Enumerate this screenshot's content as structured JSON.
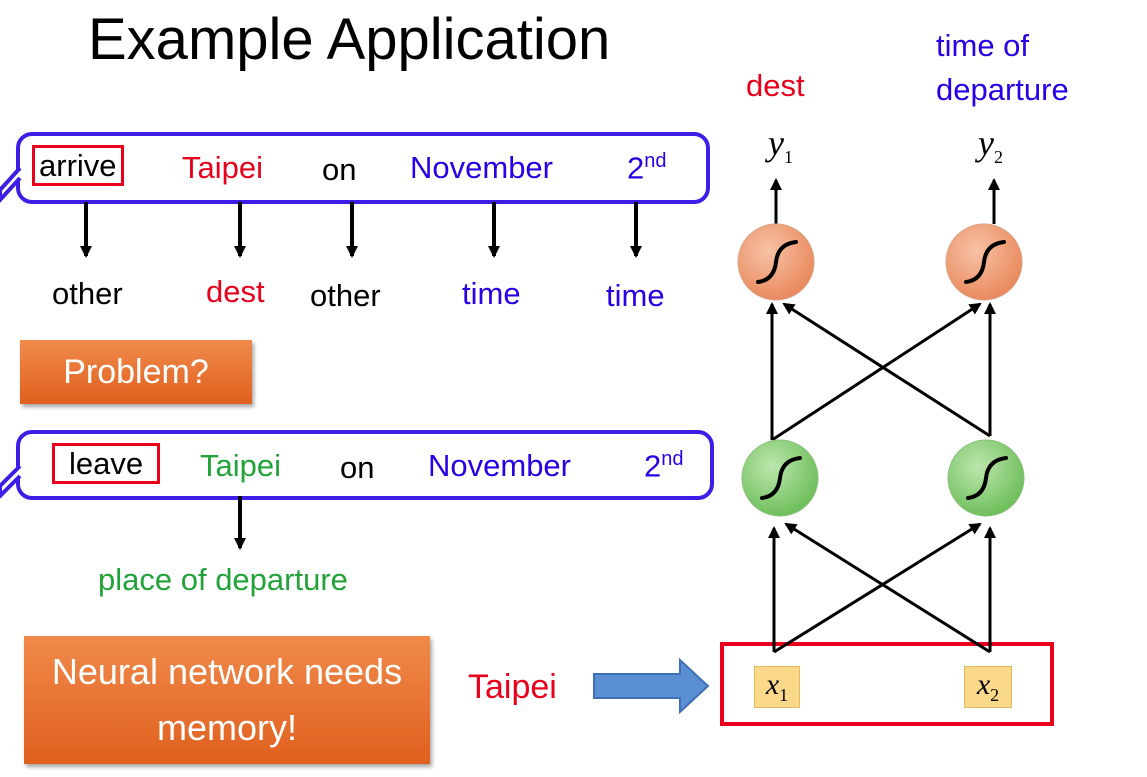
{
  "title": "Example Application",
  "sentence1": {
    "words": [
      "arrive",
      "Taipei",
      "on",
      "November",
      "2",
      "nd"
    ],
    "tags": [
      "other",
      "dest",
      "other",
      "time",
      "time"
    ]
  },
  "problem_label": "Problem?",
  "sentence2": {
    "words": [
      "leave",
      "Taipei",
      "on",
      "November",
      "2",
      "nd"
    ],
    "tag": "place of departure"
  },
  "memory_label": "Neural network needs memory!",
  "input_word": "Taipei",
  "network": {
    "outputs": [
      {
        "name": "y",
        "sub": "1",
        "label": "dest"
      },
      {
        "name": "y",
        "sub": "2",
        "label": "time of departure"
      }
    ],
    "inputs": [
      {
        "name": "x",
        "sub": "1"
      },
      {
        "name": "x",
        "sub": "2"
      }
    ]
  },
  "colors": {
    "red": "#e8001c",
    "blue": "#2a00e6",
    "green": "#21a33a",
    "orange": "#e86a2a",
    "arrow_fill": "#5b8fd4",
    "output_neuron": "#f0a07a",
    "hidden_neuron": "#8fcf7a"
  }
}
